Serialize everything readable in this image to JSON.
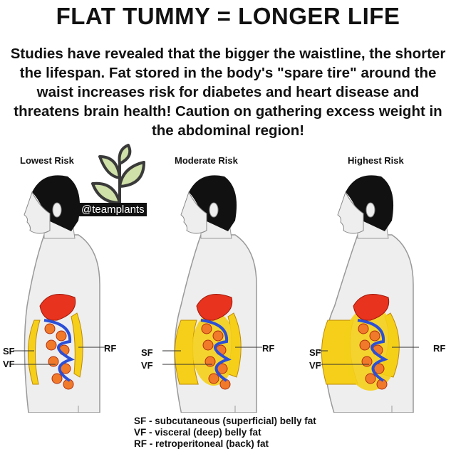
{
  "title": "FLAT TUMMY = LONGER LIFE",
  "intro": "Studies have revealed that the bigger the waistline, the shorter the lifespan. Fat stored in the body's \"spare tire\" around the waist increases risk for diabetes and heart disease and threatens brain health! Caution on gathering excess weight in the abdominal region!",
  "figures": [
    {
      "risk": "Lowest Risk",
      "fat": 0
    },
    {
      "risk": "Moderate Risk",
      "fat": 1
    },
    {
      "risk": "Highest Risk",
      "fat": 2
    }
  ],
  "labels": {
    "sf": "SF",
    "vf": "VF",
    "rf": "RF"
  },
  "legend": [
    "SF - subcutaneous (superficial) belly fat",
    "VF - visceral (deep) belly fat",
    "RF - retroperitoneal (back) fat"
  ],
  "watermark": "@teamplants",
  "colors": {
    "fat": "#f5cf1a",
    "organ": "#e8331e",
    "intestine": "#f07a2a",
    "vessel": "#2b4fd6",
    "skin": "#eeeeee"
  }
}
